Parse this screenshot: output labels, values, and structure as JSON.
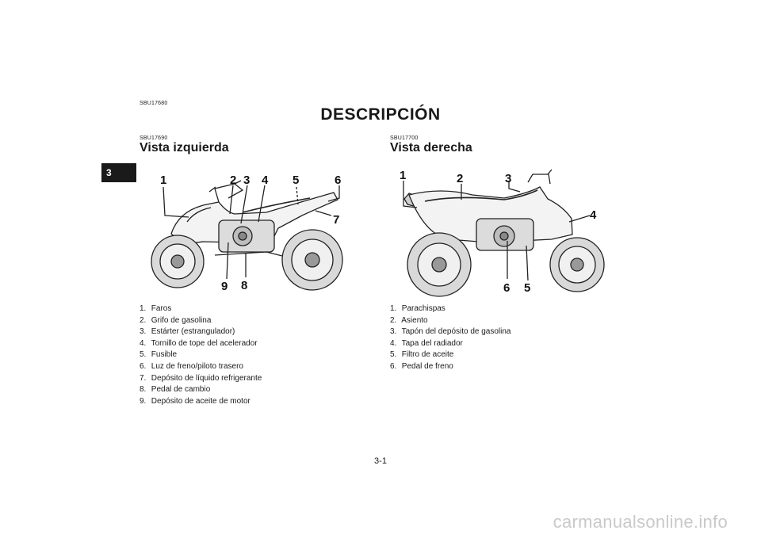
{
  "chapter_tab": "3",
  "header": {
    "code": "SBU17680",
    "title": "DESCRIPCIÓN"
  },
  "left": {
    "code": "SBU17690",
    "heading": "Vista izquierda",
    "callouts": [
      "1",
      "2",
      "3",
      "4",
      "5",
      "6",
      "7",
      "8",
      "9"
    ],
    "items": [
      {
        "n": "1.",
        "t": "Faros"
      },
      {
        "n": "2.",
        "t": "Grifo de gasolina"
      },
      {
        "n": "3.",
        "t": "Estárter (estrangulador)"
      },
      {
        "n": "4.",
        "t": "Tornillo de tope del acelerador"
      },
      {
        "n": "5.",
        "t": "Fusible"
      },
      {
        "n": "6.",
        "t": "Luz de freno/piloto trasero"
      },
      {
        "n": "7.",
        "t": "Depósito de líquido refrigerante"
      },
      {
        "n": "8.",
        "t": "Pedal de cambio"
      },
      {
        "n": "9.",
        "t": "Depósito de aceite de motor"
      }
    ]
  },
  "right": {
    "code": "SBU17700",
    "heading": "Vista derecha",
    "callouts": [
      "1",
      "2",
      "3",
      "4",
      "5",
      "6"
    ],
    "items": [
      {
        "n": "1.",
        "t": "Parachispas"
      },
      {
        "n": "2.",
        "t": "Asiento"
      },
      {
        "n": "3.",
        "t": "Tapón del depósito de gasolina"
      },
      {
        "n": "4.",
        "t": "Tapa del radiador"
      },
      {
        "n": "5.",
        "t": "Filtro de aceite"
      },
      {
        "n": "6.",
        "t": "Pedal de freno"
      }
    ]
  },
  "page_number": "3-1",
  "watermark": "carmanualsonline.info"
}
